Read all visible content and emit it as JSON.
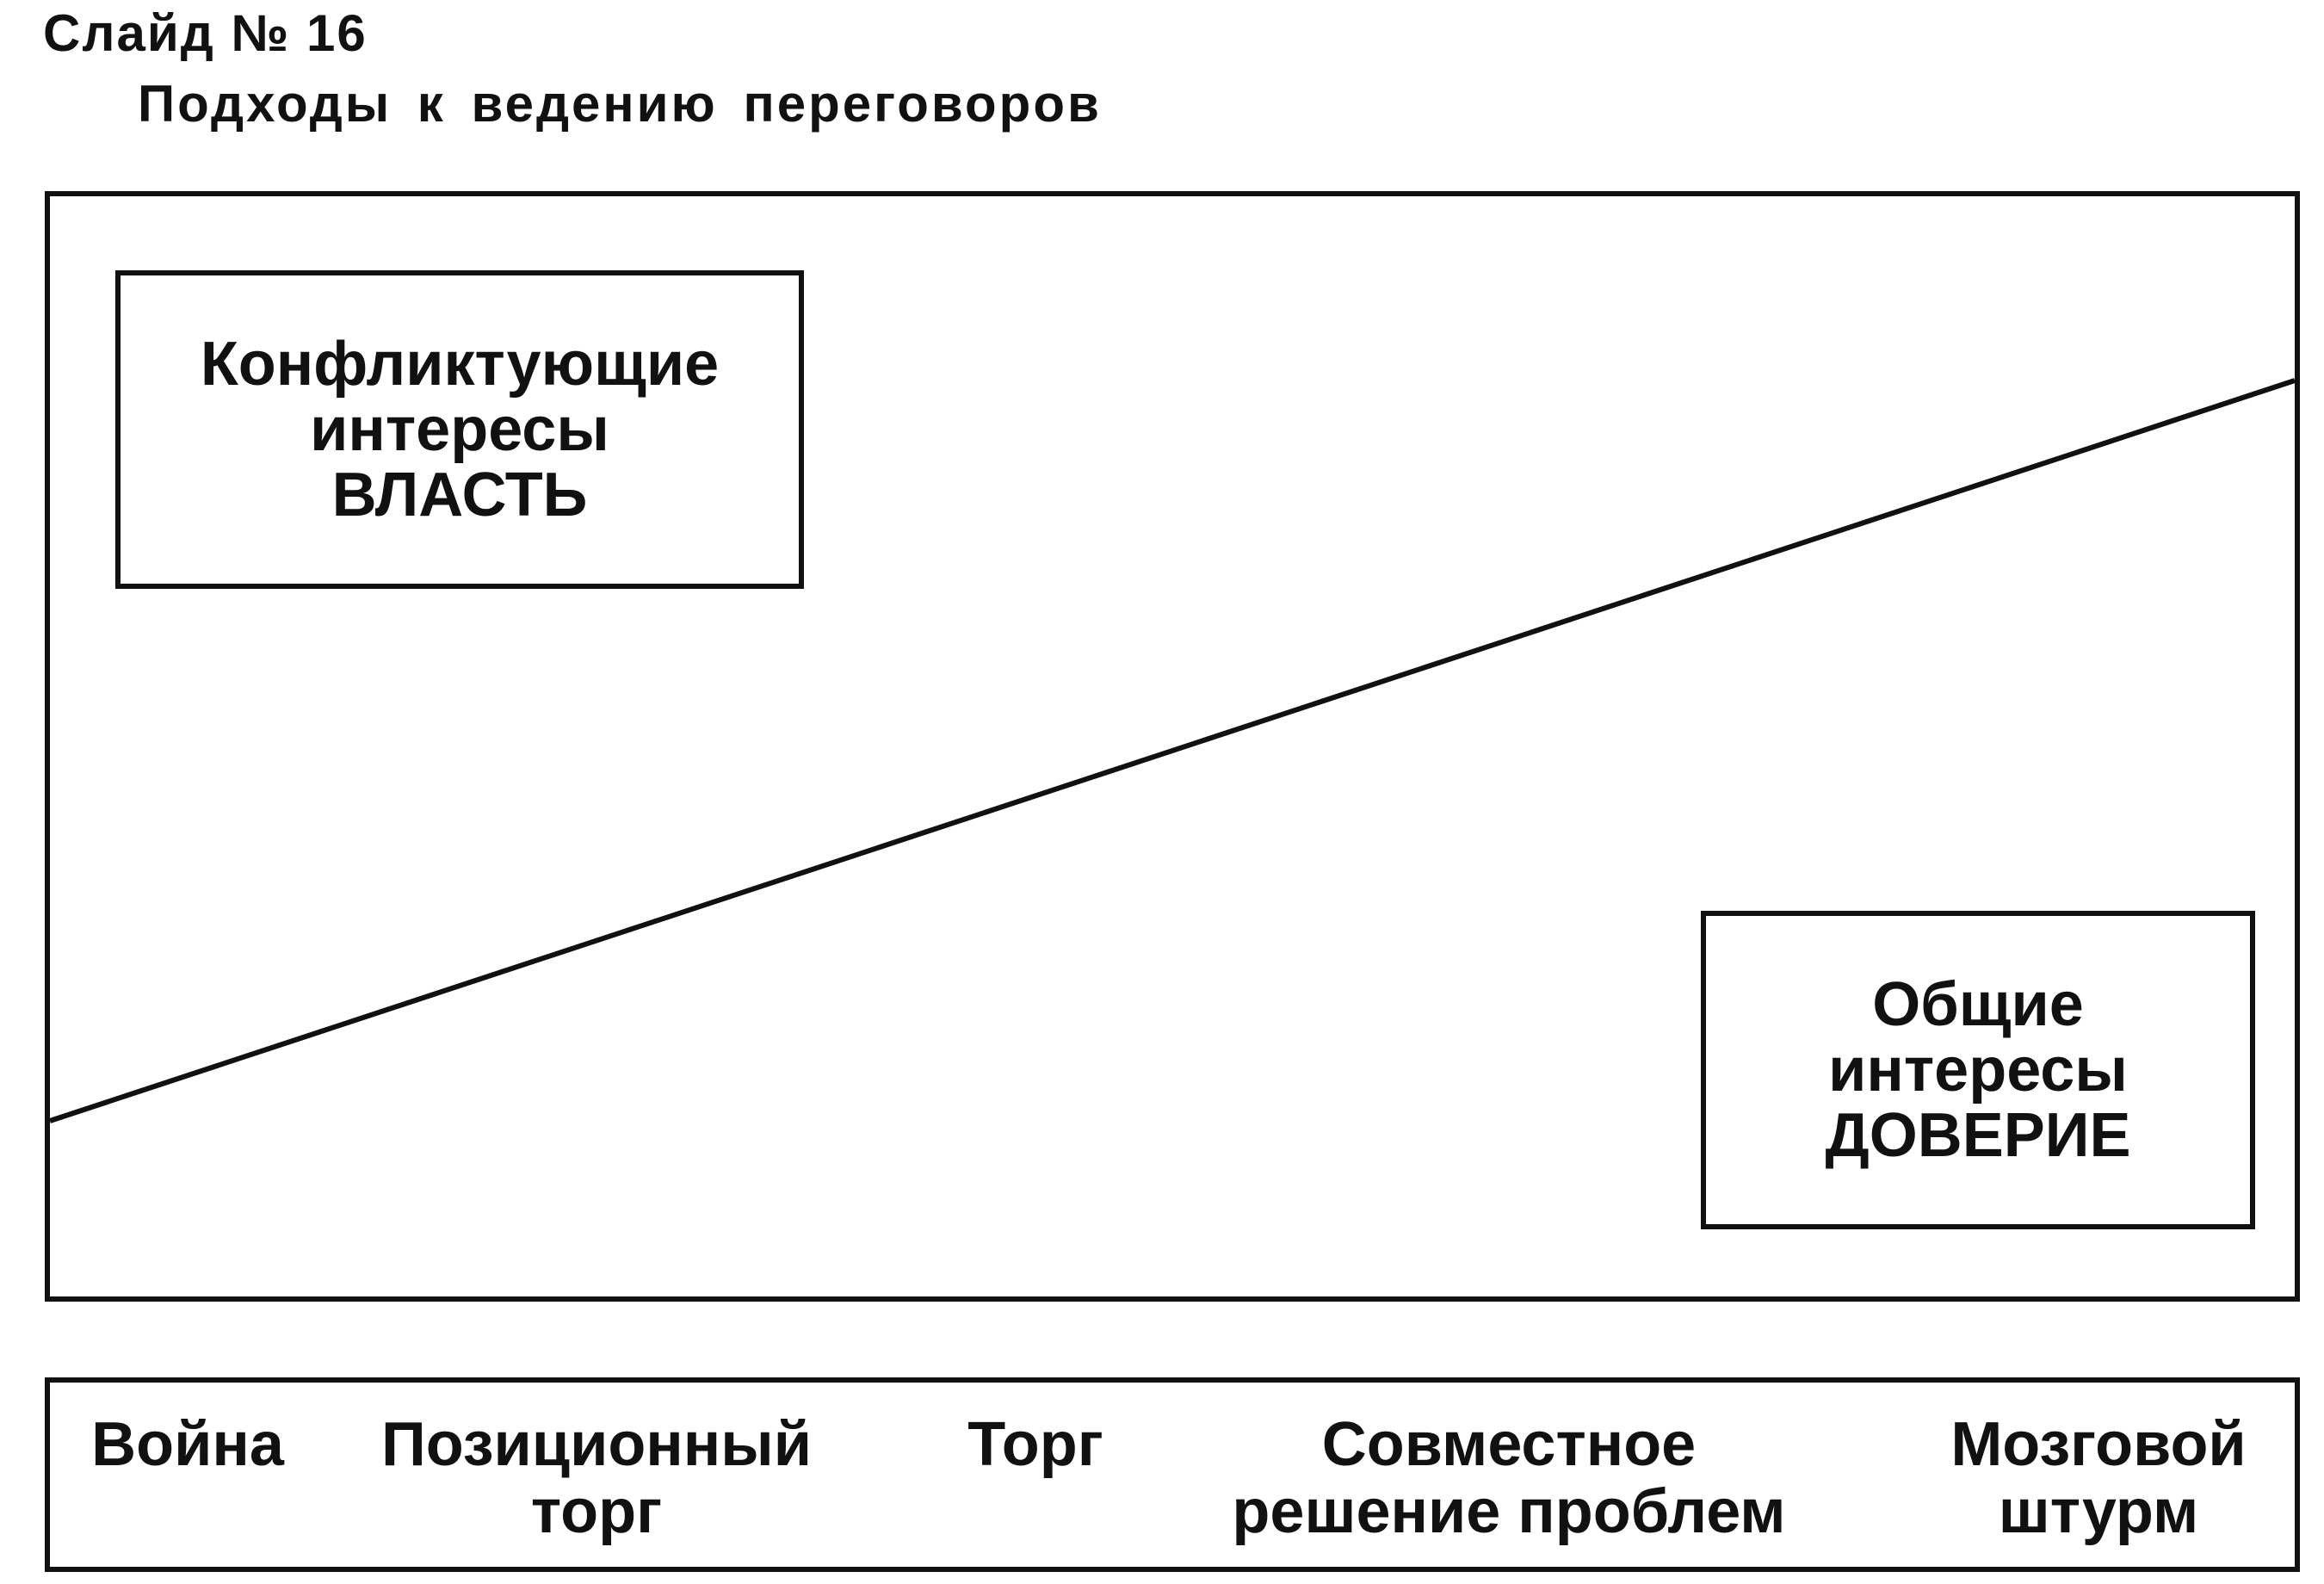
{
  "slide": {
    "label": "Слайд № 16",
    "title": "Подходы к ведению переговоров"
  },
  "diagram": {
    "left_box": {
      "line1": "Конфликтующие",
      "line2": "интересы",
      "line3": "ВЛАСТЬ"
    },
    "right_box": {
      "line1": "Общие",
      "line2": "интересы",
      "line3": "ДОВЕРИЕ"
    }
  },
  "scale": {
    "items": [
      {
        "line1": "Война",
        "line2": ""
      },
      {
        "line1": "Позиционный",
        "line2": "торг"
      },
      {
        "line1": "Торг",
        "line2": ""
      },
      {
        "line1": "Совместное",
        "line2": "решение проблем"
      },
      {
        "line1": "Мозговой",
        "line2": "штурм"
      }
    ]
  },
  "colors": {
    "ink": "#111111",
    "background": "#ffffff"
  }
}
